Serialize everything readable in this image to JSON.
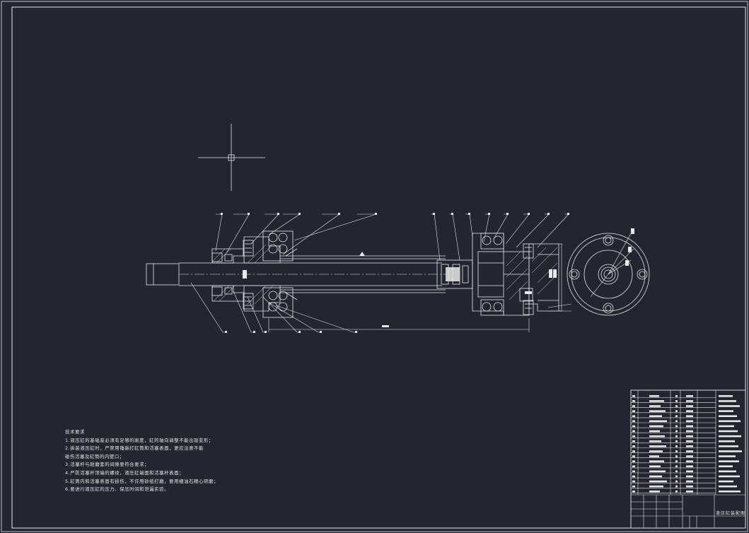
{
  "drawing": {
    "background_color": "#222630",
    "line_color": "#e8e8e8",
    "title_cell_text": "液压缸装配图"
  },
  "technical_notes": {
    "heading": "技术要求",
    "items": [
      "1.液压缸的基础座必须有足够的刚度，缸的轴向调整不能出现变形；",
      "2.拆装液压缸时，严禁用锤敲打缸筒和活塞表面，更应注意不能",
      "碰伤活塞及缸筒的内壁口；",
      "3.活塞杆与耐磨套的间隙要符合要求；",
      "4.严防活塞杆顶端的螺纹，液压缸端面和活塞杆表面；",
      "5.缸筒内和活塞表面有损伤，不许用砂纸打磨，要用细油石精心研磨；",
      "6.要进行液压缸的压力、保压时间和泄漏实验。"
    ]
  }
}
